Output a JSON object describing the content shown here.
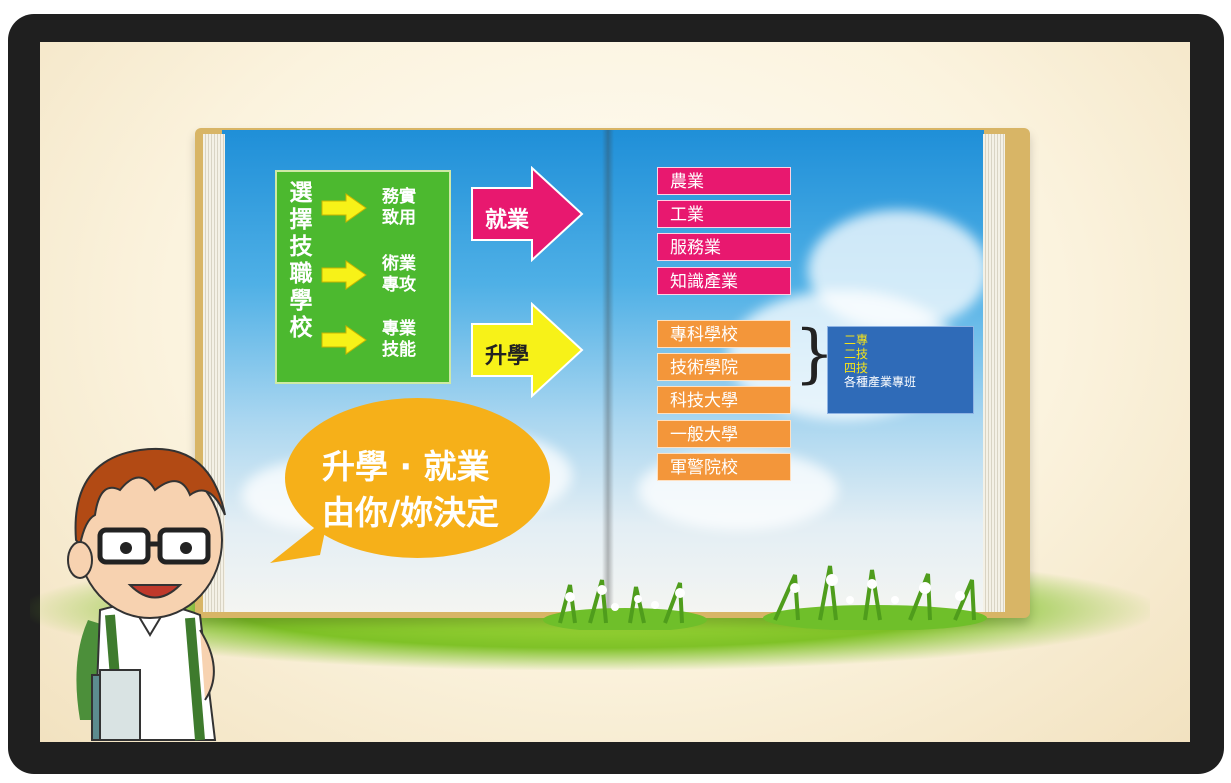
{
  "left_page": {
    "vertical_title": [
      "選",
      "擇",
      "技",
      "職",
      "學",
      "校"
    ],
    "features": [
      {
        "line1": "務實",
        "line2": "致用"
      },
      {
        "line1": "術業",
        "line2": "專攻"
      },
      {
        "line1": "專業",
        "line2": "技能"
      }
    ],
    "arrow_employment": "就業",
    "arrow_further_study": "升學",
    "bubble_line1": "升學 · 就業",
    "bubble_line2": "由你/妳決定"
  },
  "right_page": {
    "employment_items": [
      "農業",
      "工業",
      "服務業",
      "知識產業"
    ],
    "study_items": [
      "專科學校",
      "技術學院",
      "科技大學",
      "一般大學",
      "軍警院校"
    ],
    "brace": "}",
    "programs": [
      "二專",
      "二技",
      "四技",
      "各種產業專班"
    ]
  },
  "colors": {
    "green_box": "#4cb92f",
    "employment_arrow": "#e8186f",
    "study_arrow": "#f7f218",
    "employment_item": "#e8186f",
    "study_item": "#f3963a",
    "program_box": "#2f6bb8",
    "program_text_highlight": "#f3e21a",
    "bubble": "#f6b019"
  }
}
